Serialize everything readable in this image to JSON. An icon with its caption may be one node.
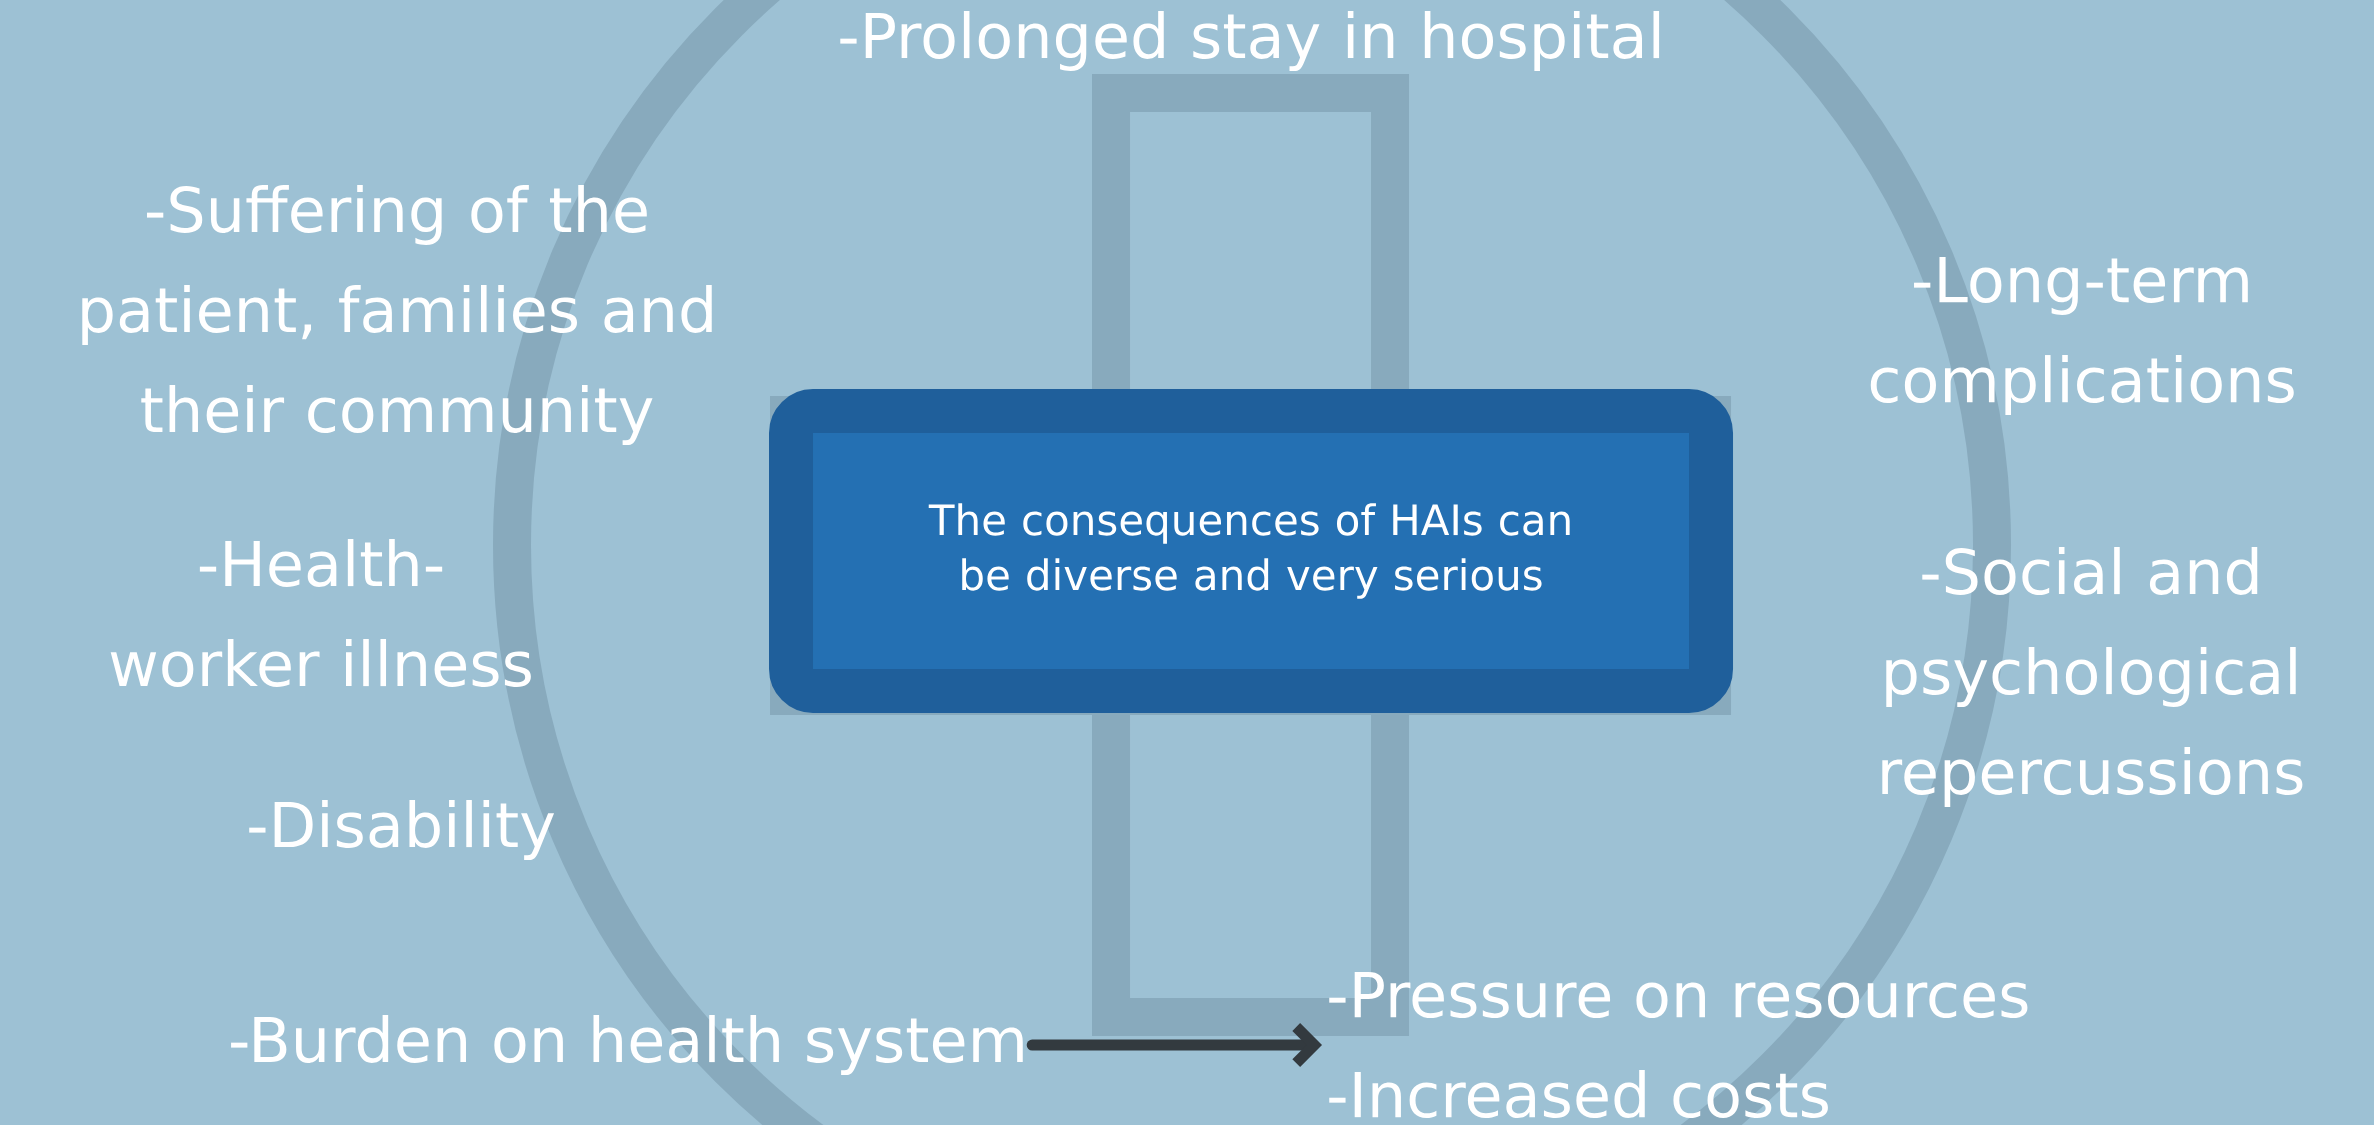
{
  "diagram": {
    "nodes": [
      {
        "text": [
          "The consequences of HAIs can be diverse and very serious"
        ]
      },
      {
        "text": [
          "-Burden on health system"
        ]
      },
      {
        "text": [
          "-Pressure on resources",
          "-Increased costs"
        ]
      }
    ],
    "edges": [
      {
        "from": 1,
        "to": 2,
        "arrow": "to"
      }
    ],
    "labels": [
      "-Prolonged stay in hospital",
      "-Suffering of the patient, families and their community",
      "-Long-term complications",
      "-Health-worker illness",
      "-Social and psychological repercussions",
      "-Disability"
    ]
  }
}
